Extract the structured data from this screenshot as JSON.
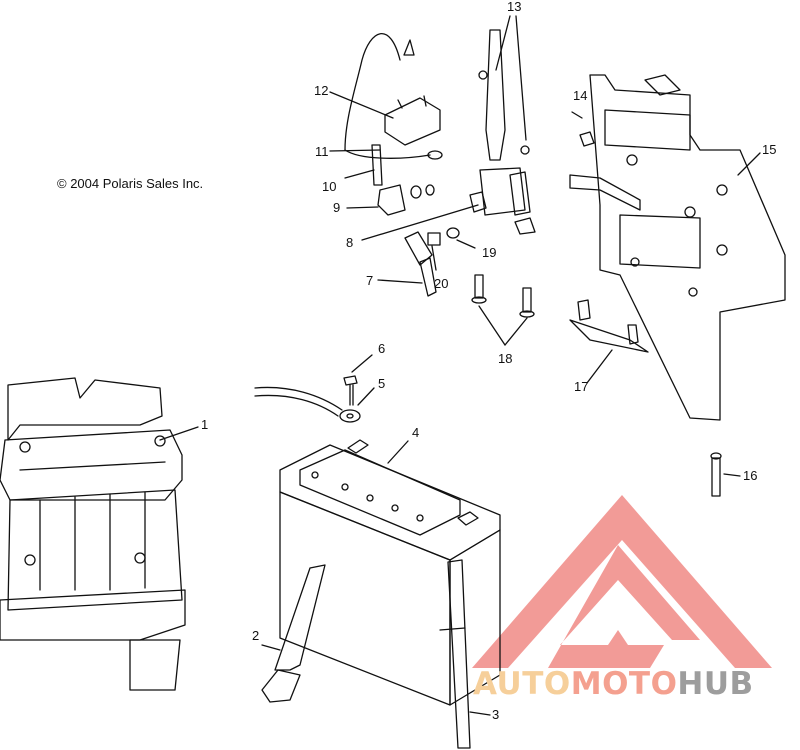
{
  "copyright": "© 2004 Polaris Sales Inc.",
  "callouts": {
    "c1": "1",
    "c2": "2",
    "c3": "3",
    "c4": "4",
    "c5": "5",
    "c6": "6",
    "c7": "7",
    "c8": "8",
    "c9": "9",
    "c10": "10",
    "c11": "11",
    "c12": "12",
    "c13": "13",
    "c14": "14",
    "c15": "15",
    "c16": "16",
    "c17": "17",
    "c18": "18",
    "c19": "19",
    "c20": "20"
  },
  "watermark": {
    "part1": "AUTO",
    "part2": "MOTO",
    "part3": "HUB",
    "colors": {
      "triangle": "#f08a86",
      "auto": "#f6cf9a",
      "moto": "#f4a08f",
      "hub": "#9d9d9d"
    }
  },
  "line_color": "#111111"
}
